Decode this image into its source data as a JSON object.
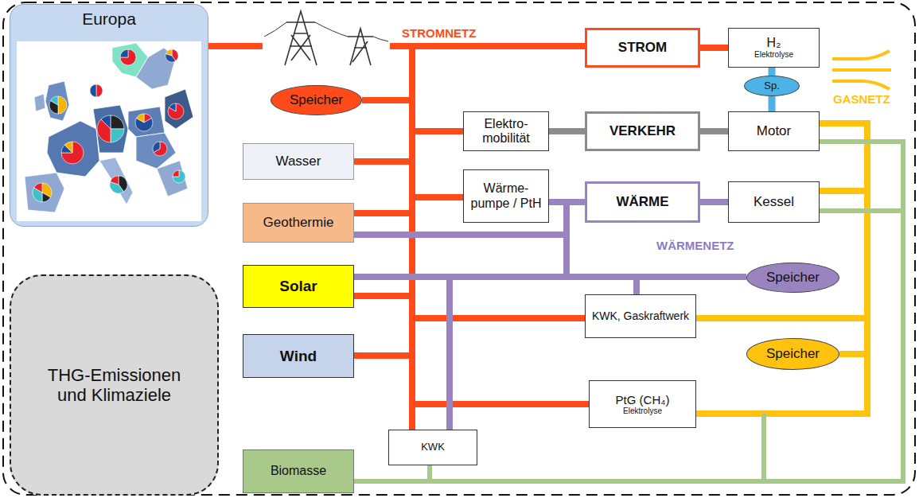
{
  "diagram": {
    "nodes": [
      {
        "text": [
          "Europa"
        ]
      },
      {
        "text": [
          "STROM"
        ]
      },
      {
        "text": [
          "H₂",
          "Elektrolyse"
        ]
      },
      {
        "text": [
          "Speicher"
        ]
      },
      {
        "text": [
          "Sp."
        ]
      },
      {
        "text": [
          "Elektro- mobilität"
        ]
      },
      {
        "text": [
          "VERKEHR"
        ]
      },
      {
        "text": [
          "Motor"
        ]
      },
      {
        "text": [
          "Wasser"
        ]
      },
      {
        "text": [
          "Wärme- pumpe / PtH"
        ]
      },
      {
        "text": [
          "WÄRME"
        ]
      },
      {
        "text": [
          "Kessel"
        ]
      },
      {
        "text": [
          "Geothermie"
        ]
      },
      {
        "text": [
          "Speicher"
        ]
      },
      {
        "text": [
          "Solar"
        ]
      },
      {
        "text": [
          "KWK, Gaskraftwerk"
        ]
      },
      {
        "text": [
          "Wind"
        ]
      },
      {
        "text": [
          "Speicher"
        ]
      },
      {
        "text": [
          "THG-Emissionen und Klimaziele"
        ]
      },
      {
        "text": [
          "PtG (CH₄)",
          "Elektrolyse"
        ]
      },
      {
        "text": [
          "KWK"
        ]
      },
      {
        "text": [
          "Biomasse"
        ]
      }
    ],
    "edges": [
      {
        "from": 0,
        "to": 1,
        "arrow": "none"
      },
      {
        "from": 3,
        "to": 1,
        "arrow": "none"
      },
      {
        "from": 8,
        "to": 1,
        "arrow": "none"
      },
      {
        "from": 12,
        "to": 1,
        "arrow": "none"
      },
      {
        "from": 14,
        "to": 1,
        "arrow": "none"
      },
      {
        "from": 16,
        "to": 1,
        "arrow": "none"
      },
      {
        "from": 15,
        "to": 1,
        "arrow": "none"
      },
      {
        "from": 19,
        "to": 1,
        "arrow": "none"
      },
      {
        "from": 20,
        "to": 1,
        "arrow": "none"
      },
      {
        "from": 5,
        "to": 1,
        "arrow": "none"
      },
      {
        "from": 9,
        "to": 1,
        "arrow": "none"
      },
      {
        "from": 1,
        "to": 2,
        "arrow": "none"
      },
      {
        "from": 2,
        "to": 4,
        "arrow": "none"
      },
      {
        "from": 4,
        "to": 7,
        "arrow": "none"
      },
      {
        "from": 5,
        "to": 6,
        "arrow": "none"
      },
      {
        "from": 6,
        "to": 7,
        "arrow": "none"
      },
      {
        "from": 9,
        "to": 10,
        "arrow": "none"
      },
      {
        "from": 10,
        "to": 11,
        "arrow": "none"
      },
      {
        "from": 12,
        "to": 10,
        "arrow": "none"
      },
      {
        "from": 14,
        "to": 10,
        "arrow": "none"
      },
      {
        "from": 13,
        "to": 10,
        "arrow": "none"
      },
      {
        "from": 15,
        "to": 10,
        "arrow": "none"
      },
      {
        "from": 20,
        "to": 10,
        "arrow": "none"
      },
      {
        "from": 7,
        "to": 17,
        "arrow": "none"
      },
      {
        "from": 11,
        "to": 17,
        "arrow": "none"
      },
      {
        "from": 15,
        "to": 17,
        "arrow": "none"
      },
      {
        "from": 19,
        "to": 17,
        "arrow": "none"
      },
      {
        "from": 21,
        "to": 20,
        "arrow": "none"
      },
      {
        "from": 21,
        "to": 7,
        "arrow": "none"
      },
      {
        "from": 21,
        "to": 11,
        "arrow": "none"
      }
    ],
    "labels": [
      "STROMNETZ",
      "GASNETZ",
      "WÄRMENETZ"
    ]
  }
}
